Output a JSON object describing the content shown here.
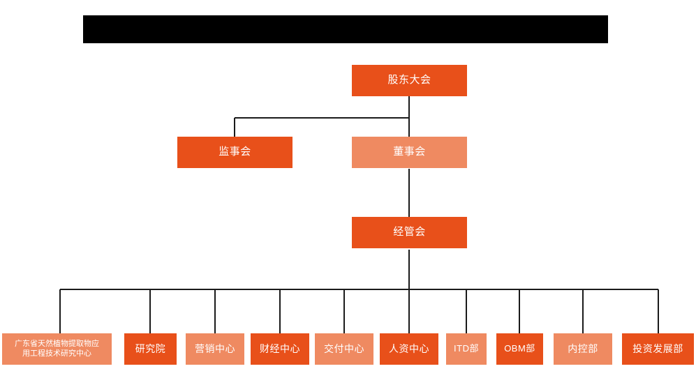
{
  "page": {
    "background_color": "#ffffff",
    "banner": {
      "name": "redacted-title-banner",
      "color": "#000000",
      "text": ""
    }
  },
  "palette": {
    "dark_orange": "#E8501A",
    "light_orange": "#EF8A61",
    "line_color": "#1a1a1a",
    "text_color": "#ffffff"
  },
  "chart_data": {
    "type": "diagram",
    "diagram_type": "organization-chart",
    "title": "",
    "levels": [
      {
        "level": 1,
        "nodes": [
          {
            "id": "shareholders",
            "label": "股东大会",
            "style": "dark"
          }
        ]
      },
      {
        "level": 2,
        "nodes": [
          {
            "id": "supervisors",
            "label": "监事会",
            "style": "dark"
          },
          {
            "id": "directors",
            "label": "董事会",
            "style": "light"
          }
        ]
      },
      {
        "level": 3,
        "nodes": [
          {
            "id": "management",
            "label": "经管会",
            "style": "dark"
          }
        ]
      },
      {
        "level": 4,
        "nodes": [
          {
            "id": "research-center",
            "label": "广东省天然植物提取物应\n用工程技术研究中心",
            "style": "light"
          },
          {
            "id": "institute",
            "label": "研究院",
            "style": "dark"
          },
          {
            "id": "marketing-center",
            "label": "营销中心",
            "style": "light"
          },
          {
            "id": "finance-center",
            "label": "财经中心",
            "style": "dark"
          },
          {
            "id": "delivery-center",
            "label": "交付中心",
            "style": "light"
          },
          {
            "id": "hr-center",
            "label": "人资中心",
            "style": "dark"
          },
          {
            "id": "itd-dept",
            "label": "ITD部",
            "style": "light"
          },
          {
            "id": "obm-dept",
            "label": "OBM部",
            "style": "dark"
          },
          {
            "id": "internal-control-dept",
            "label": "内控部",
            "style": "light"
          },
          {
            "id": "investment-dev-dept",
            "label": "投资发展部",
            "style": "dark"
          }
        ]
      }
    ],
    "edges": [
      {
        "from": "shareholders",
        "to": "supervisors"
      },
      {
        "from": "shareholders",
        "to": "directors"
      },
      {
        "from": "directors",
        "to": "management"
      },
      {
        "from": "management",
        "to": "research-center"
      },
      {
        "from": "management",
        "to": "institute"
      },
      {
        "from": "management",
        "to": "marketing-center"
      },
      {
        "from": "management",
        "to": "finance-center"
      },
      {
        "from": "management",
        "to": "delivery-center"
      },
      {
        "from": "management",
        "to": "hr-center"
      },
      {
        "from": "management",
        "to": "itd-dept"
      },
      {
        "from": "management",
        "to": "obm-dept"
      },
      {
        "from": "management",
        "to": "internal-control-dept"
      },
      {
        "from": "management",
        "to": "investment-dev-dept"
      }
    ]
  },
  "nodes": {
    "shareholders": "股东大会",
    "supervisors": "监事会",
    "directors": "董事会",
    "management": "经管会",
    "research_center": "广东省天然植物提取物应\n用工程技术研究中心",
    "institute": "研究院",
    "marketing_center": "营销中心",
    "finance_center": "财经中心",
    "delivery_center": "交付中心",
    "hr_center": "人资中心",
    "itd_dept": "ITD部",
    "obm_dept": "OBM部",
    "internal_control_dept": "内控部",
    "investment_dev_dept": "投资发展部"
  }
}
